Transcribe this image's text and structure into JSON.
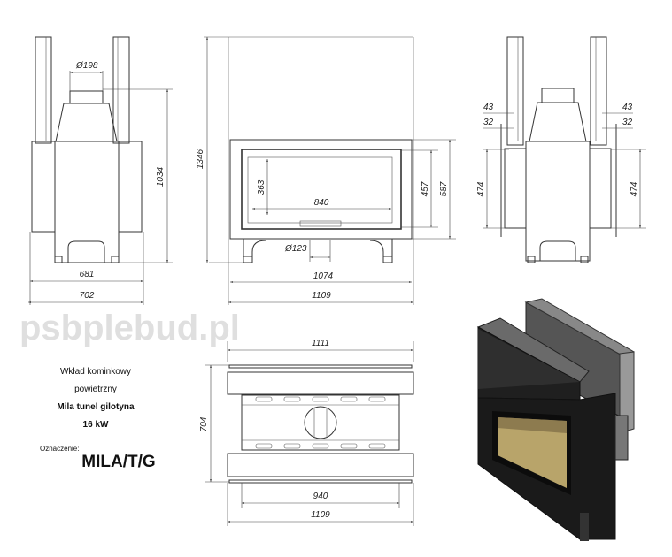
{
  "colors": {
    "line": "#333333",
    "watermark": "#d8d8d8",
    "render_body": "#1a1a1a",
    "render_glass": "#b8a46a"
  },
  "side_view_left": {
    "dia_top": "Ø198",
    "height": "1034",
    "width_inner": "681",
    "width_outer": "702"
  },
  "front_view": {
    "total_height": "1346",
    "glass_height": "363",
    "glass_width": "840",
    "door_height": "457",
    "front_height": "587",
    "dia_bottom": "Ø123",
    "width_inner": "1074",
    "width_outer": "1109"
  },
  "side_view_right": {
    "offset_a_left": "43",
    "offset_b_left": "32",
    "offset_a_right": "43",
    "offset_b_right": "32",
    "height_left": "474",
    "height_right": "474"
  },
  "top_view": {
    "width_top": "1111",
    "depth": "704",
    "width_inner": "940",
    "width_bottom": "1109"
  },
  "info": {
    "line1": "Wkład kominkowy",
    "line2": "powietrzny",
    "name": "Mila tunel gilotyna",
    "power": "16 kW",
    "designation_label": "Oznaczenie:",
    "designation": "MILA/T/G"
  },
  "watermark": "psbplebud.pl"
}
